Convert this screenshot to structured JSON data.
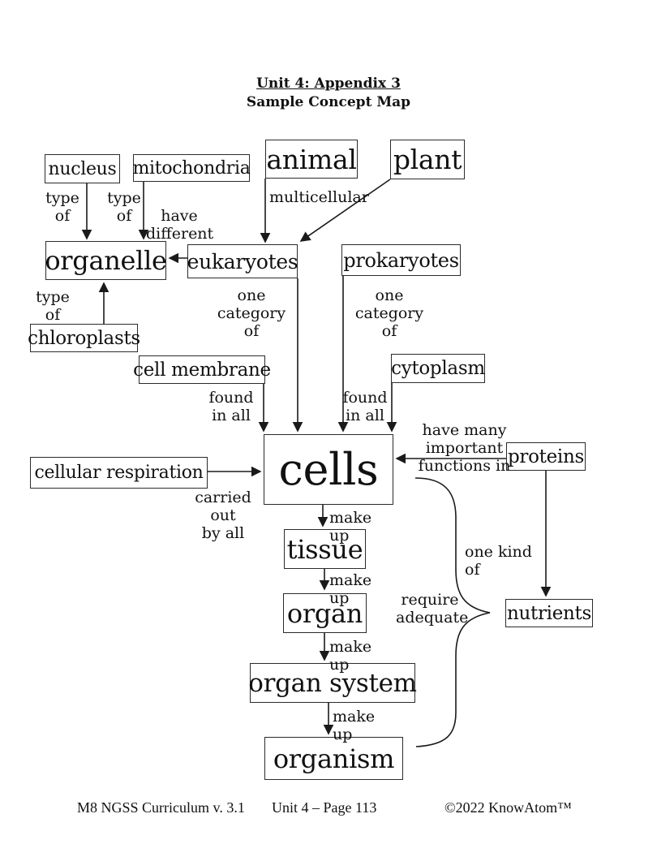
{
  "page": {
    "title_line1": "Unit 4: Appendix 3",
    "title_line2": "Sample Concept Map"
  },
  "footer": {
    "left": "M8 NGSS Curriculum v. 3.1",
    "center": "Unit 4 – Page 113",
    "right": "©2022 KnowAtom™"
  },
  "nodes": {
    "nucleus": "nucleus",
    "mitochondria": "mitochondria",
    "animal": "animal",
    "plant": "plant",
    "organelle": "organelle",
    "eukaryotes": "eukaryotes",
    "prokaryotes": "prokaryotes",
    "chloroplasts": "chloroplasts",
    "cell_membrane": "cell membrane",
    "cytoplasm": "cytoplasm",
    "cells": "cells",
    "cellular_respiration": "cellular respiration",
    "proteins": "proteins",
    "tissue": "tissue",
    "nutrients": "nutrients",
    "organ": "organ",
    "organ_system": "organ system",
    "organism": "organism"
  },
  "edges": [
    {
      "from": "nucleus",
      "to": "organelle",
      "label": "type\nof"
    },
    {
      "from": "mitochondria",
      "to": "organelle",
      "label": "type\nof"
    },
    {
      "from": "eukaryotes",
      "to": "organelle",
      "label": "have\ndifferent"
    },
    {
      "from": "animal",
      "to": "eukaryotes",
      "label": "multicellular"
    },
    {
      "from": "plant",
      "to": "eukaryotes",
      "label": ""
    },
    {
      "from": "chloroplasts",
      "to": "organelle",
      "label": "type\nof"
    },
    {
      "from": "eukaryotes",
      "to": "cells",
      "label": "one\ncategory of"
    },
    {
      "from": "prokaryotes",
      "to": "cells",
      "label": "one\ncategory of"
    },
    {
      "from": "cell_membrane",
      "to": "cells",
      "label": "found\nin all"
    },
    {
      "from": "cytoplasm",
      "to": "cells",
      "label": "found\nin all"
    },
    {
      "from": "cellular_respiration",
      "to": "cells",
      "label": "carried out\nby all"
    },
    {
      "from": "proteins",
      "to": "cells",
      "label": "have many important\nfunctions in"
    },
    {
      "from": "proteins",
      "to": "nutrients",
      "label": "one kind of"
    },
    {
      "from": "cells",
      "to": "tissue",
      "label": "make up"
    },
    {
      "from": "tissue",
      "to": "organ",
      "label": "make up"
    },
    {
      "from": "organ",
      "to": "organ_system",
      "label": "make up"
    },
    {
      "from": "organ_system",
      "to": "organism",
      "label": "make up"
    },
    {
      "from": "organism_chain",
      "to": "nutrients",
      "label": "require\nadequate"
    }
  ]
}
